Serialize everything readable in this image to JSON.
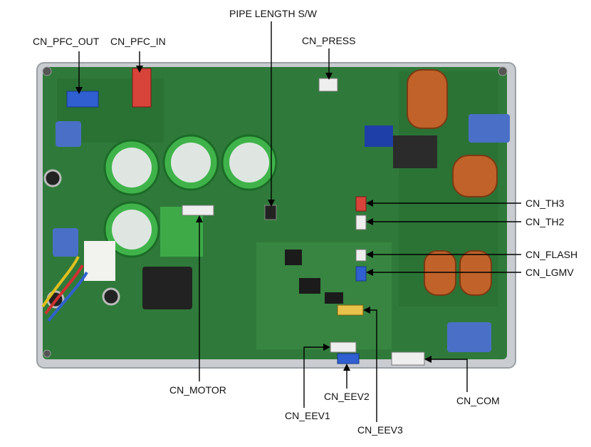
{
  "labels": {
    "cn_pfc_out": "CN_PFC_OUT",
    "cn_pfc_in": "CN_PFC_IN",
    "pipe_length_sw": "PIPE LENGTH S/W",
    "cn_press": "CN_PRESS",
    "cn_th3": "CN_TH3",
    "cn_th2": "CN_TH2",
    "cn_flash": "CN_FLASH",
    "cn_lgmv": "CN_LGMV",
    "cn_motor": "CN_MOTOR",
    "cn_eev1": "CN_EEV1",
    "cn_eev2": "CN_EEV2",
    "cn_eev3": "CN_EEV3",
    "cn_com": "CN_COM"
  },
  "colors": {
    "board_green": "#2f7a3a",
    "board_dark": "#1f5a29",
    "frame_gray": "#c9ccd0",
    "capacitor_green": "#3fb34a",
    "coil_copper": "#c0622a",
    "connector_blue": "#2f5fd0",
    "connector_red": "#d8433a",
    "connector_white": "#eeeeee"
  }
}
